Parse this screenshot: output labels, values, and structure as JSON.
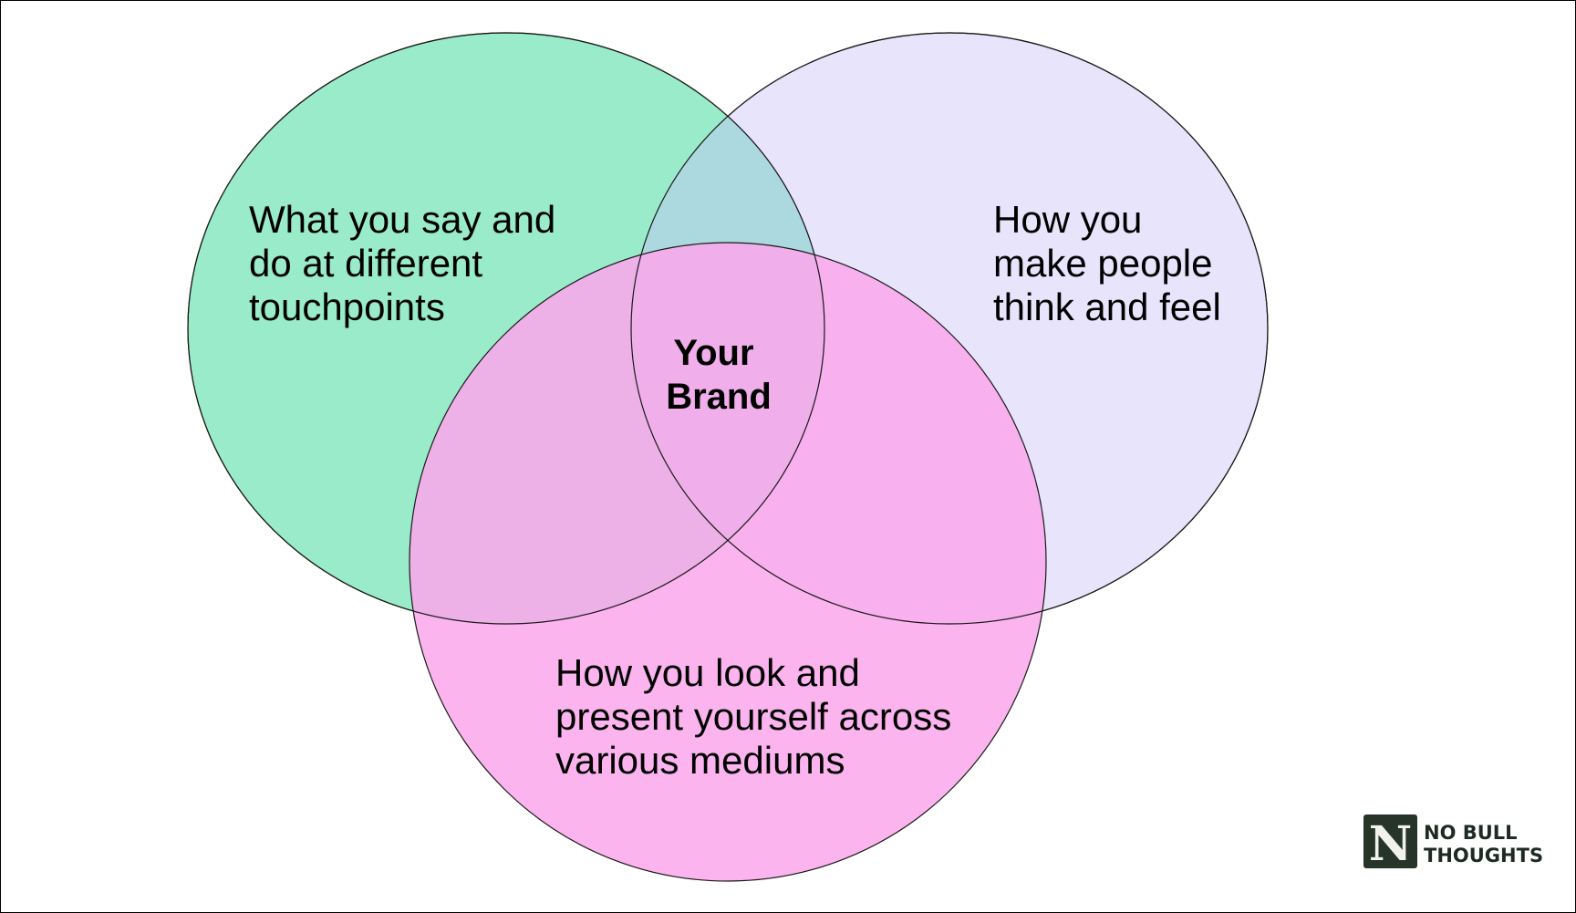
{
  "circles": {
    "say_do": {
      "lines": [
        "What you say and",
        "do at different",
        "touchpoints"
      ],
      "color": "#99ebc9"
    },
    "think_feel": {
      "lines": [
        "How you",
        "make people",
        "think and feel"
      ],
      "color": "#e8e4fc"
    },
    "look_present": {
      "lines": [
        "How you look and",
        "present yourself across",
        "various mediums"
      ],
      "color": "#fba7ec"
    }
  },
  "center": {
    "lines": [
      "Your",
      "Brand"
    ]
  },
  "logo": {
    "letter": "N",
    "line1": "NO BULL",
    "line2": "THOUGHTS",
    "box_color": "#26342a",
    "letter_color": "#f2f2ec"
  }
}
